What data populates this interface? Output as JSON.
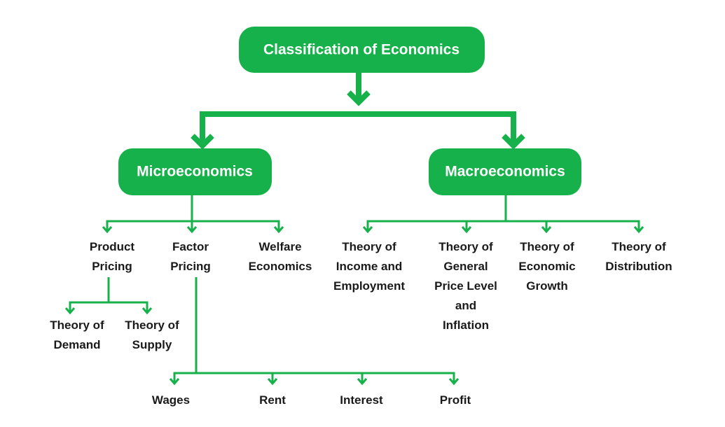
{
  "colors": {
    "accent": "#17b14b",
    "text": "#1a1a1a"
  },
  "root": "Classification of Economics",
  "micro": {
    "title": "Microeconomics",
    "children": [
      [
        "Product",
        "Pricing"
      ],
      [
        "Factor",
        "Pricing"
      ],
      [
        "Welfare",
        "Economics"
      ]
    ],
    "product_pricing_children": [
      [
        "Theory of",
        "Demand"
      ],
      [
        "Theory of",
        "Supply"
      ]
    ],
    "factor_pricing_children": [
      "Wages",
      "Rent",
      "Interest",
      "Profit"
    ]
  },
  "macro": {
    "title": "Macroeconomics",
    "children": [
      [
        "Theory of",
        "Income and",
        "Employment"
      ],
      [
        "Theory of",
        "General",
        "Price Level",
        "and",
        "Inflation"
      ],
      [
        "Theory of",
        "Economic",
        "Growth"
      ],
      [
        "Theory of",
        "Distribution"
      ]
    ]
  }
}
